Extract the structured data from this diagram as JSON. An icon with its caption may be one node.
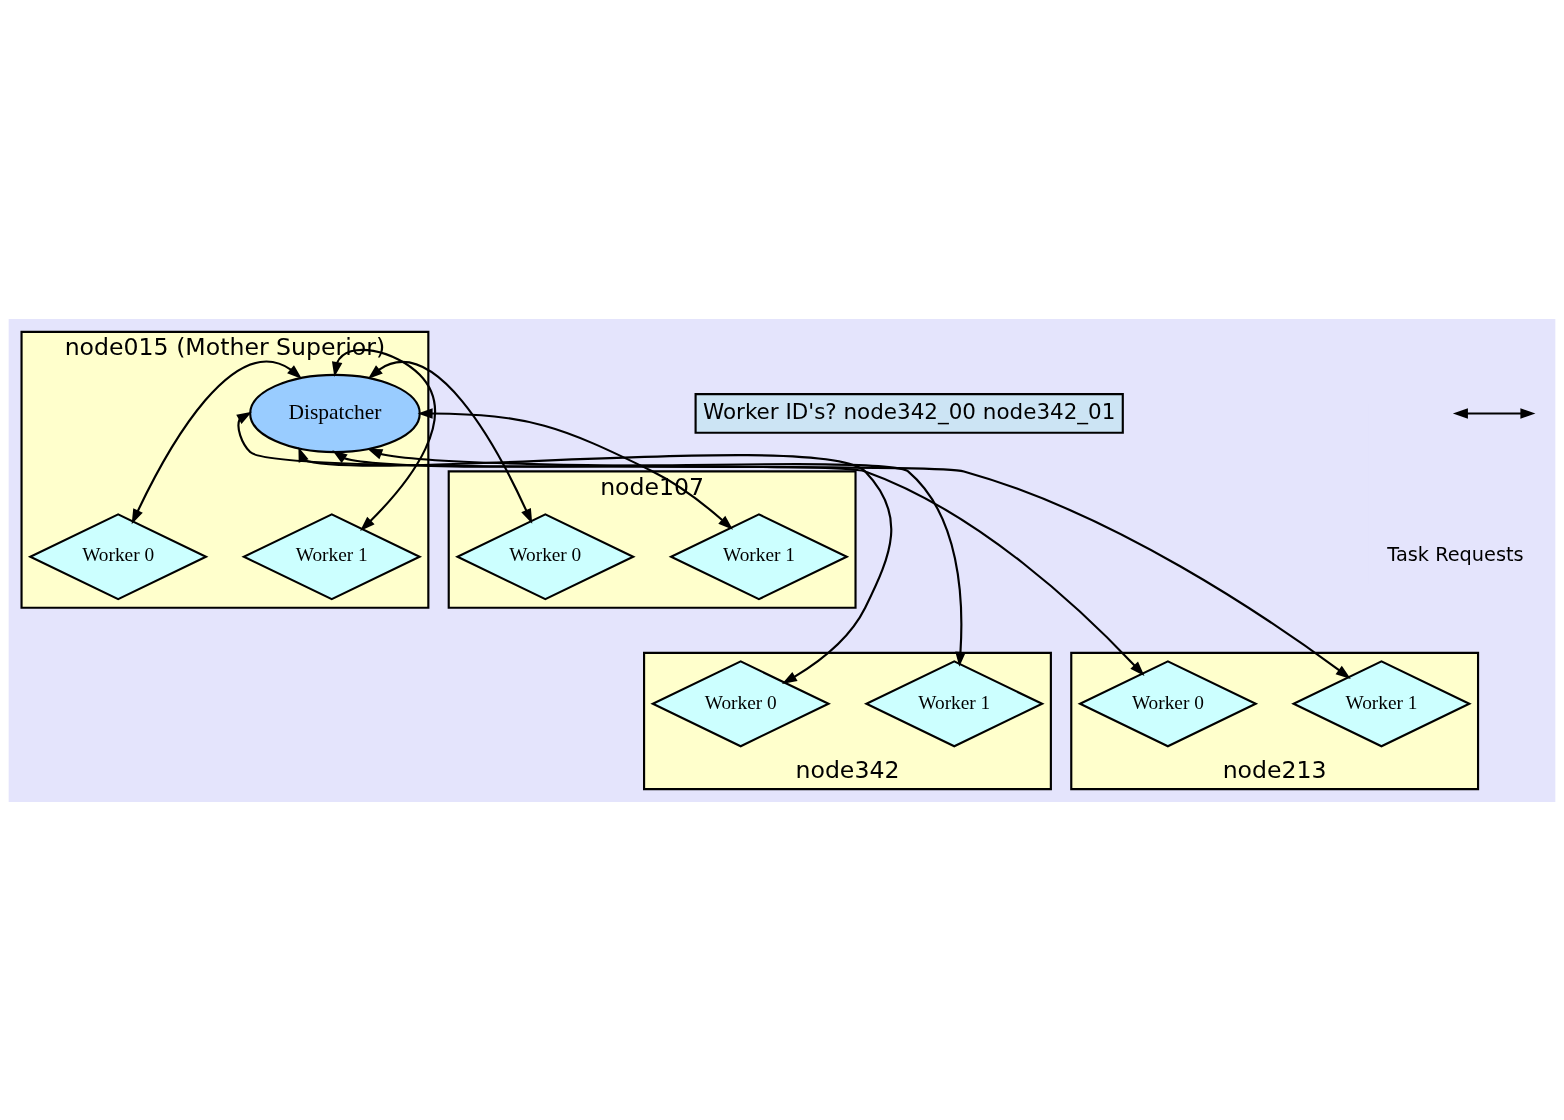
{
  "diagram": {
    "nodes": [
      {
        "text": [
          "node015 (Mother Superior)"
        ]
      },
      {
        "text": [
          "Worker 0"
        ],
        "in": 0
      },
      {
        "text": [
          "Worker 1"
        ],
        "in": 0
      },
      {
        "text": [
          "Dispatcher"
        ],
        "in": 0
      },
      {
        "text": [
          "node107"
        ]
      },
      {
        "text": [
          "Worker 0"
        ],
        "in": 4
      },
      {
        "text": [
          "Worker 1"
        ],
        "in": 4
      },
      {
        "text": [
          "node342"
        ]
      },
      {
        "text": [
          "Worker 0"
        ],
        "in": 7
      },
      {
        "text": [
          "Worker 1"
        ],
        "in": 7
      },
      {
        "text": [
          "node213"
        ]
      },
      {
        "text": [
          "Worker 1"
        ],
        "in": 10
      },
      {
        "text": [
          "Worker 0"
        ],
        "in": 10
      },
      {
        "text": [
          "Worker ID's? node342_00 node342_01"
        ]
      }
    ],
    "edges": [
      {
        "from": 3,
        "to": 1,
        "arrow": "both"
      },
      {
        "from": 3,
        "to": 2,
        "arrow": "both"
      },
      {
        "from": 3,
        "to": 5,
        "arrow": "both"
      },
      {
        "from": 3,
        "to": 6,
        "arrow": "both"
      },
      {
        "from": 3,
        "to": 8,
        "arrow": "both"
      },
      {
        "from": 3,
        "to": 9,
        "arrow": "both"
      },
      {
        "from": 3,
        "to": 11,
        "arrow": "both"
      },
      {
        "from": 3,
        "to": 12,
        "arrow": "both"
      }
    ],
    "legend": [
      {
        "text": "Task Requests"
      }
    ]
  }
}
